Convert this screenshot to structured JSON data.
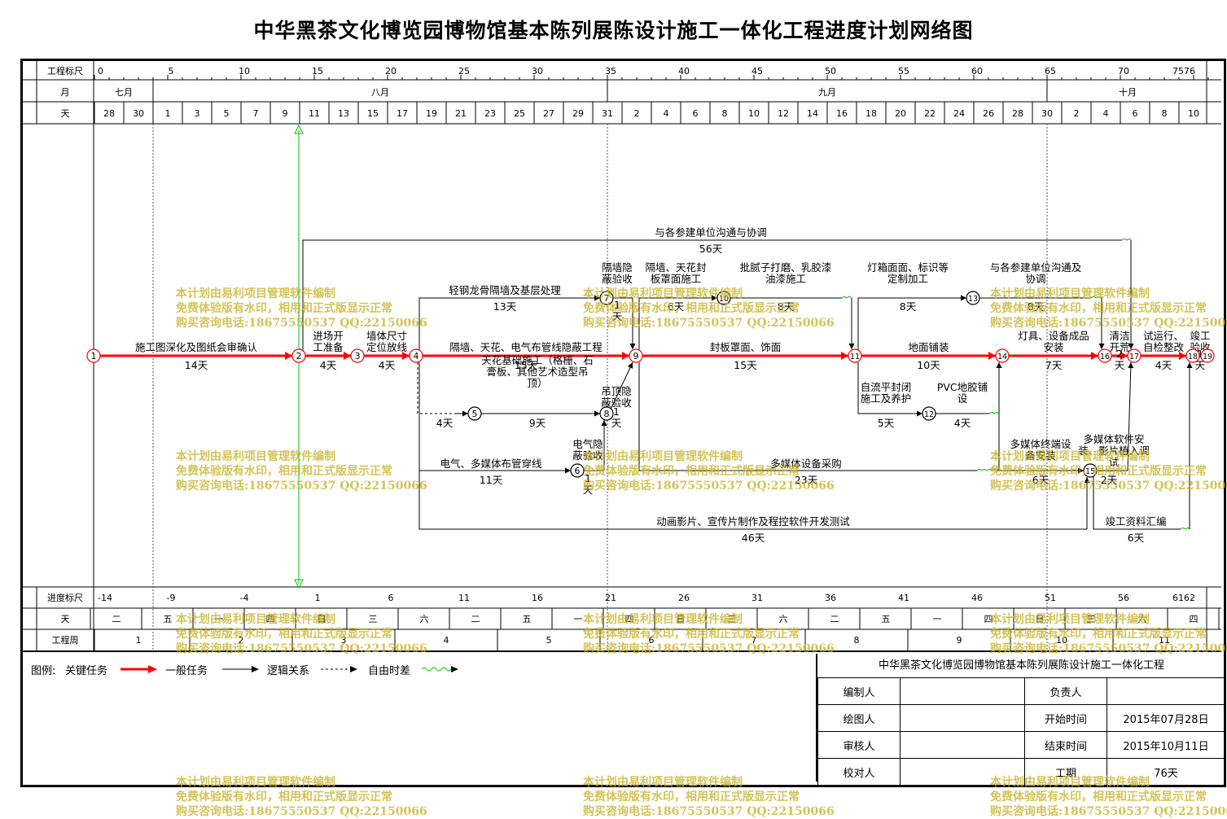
{
  "title": "中华黑茶文化博览园博物馆基本陈列展陈设计施工一体化工程进度计划网络图",
  "rows": {
    "scale": "工程标尺",
    "month": "月",
    "day": "天",
    "progress": "进度标尺",
    "weekday": "天",
    "week": "工程周"
  },
  "scale_ticks": [
    "0",
    "5",
    "10",
    "15",
    "20",
    "25",
    "30",
    "35",
    "40",
    "45",
    "50",
    "55",
    "60",
    "65",
    "70",
    "7576"
  ],
  "months": [
    "七月",
    "八月",
    "九月",
    "十月"
  ],
  "days": [
    "28",
    "30",
    "1",
    "3",
    "5",
    "7",
    "9",
    "11",
    "13",
    "15",
    "17",
    "19",
    "21",
    "23",
    "25",
    "27",
    "29",
    "31",
    "2",
    "4",
    "6",
    "8",
    "10",
    "12",
    "14",
    "16",
    "18",
    "20",
    "22",
    "24",
    "26",
    "28",
    "30",
    "2",
    "4",
    "6",
    "8",
    "10"
  ],
  "progress_ticks": [
    "-14",
    "-9",
    "-4",
    "1",
    "6",
    "11",
    "16",
    "21",
    "26",
    "31",
    "36",
    "41",
    "46",
    "51",
    "56",
    "6162"
  ],
  "weekdays": [
    "二",
    "五",
    "一",
    "四",
    "日",
    "三",
    "六",
    "二",
    "五",
    "一",
    "四",
    "日",
    "三",
    "六",
    "二",
    "五",
    "一",
    "四",
    "日",
    "三",
    "六",
    "四",
    "日"
  ],
  "weeks": [
    "1",
    "2",
    "3",
    "4",
    "5",
    "6",
    "7",
    "8",
    "9",
    "10",
    "11"
  ],
  "colors": {
    "critical": "#ff0000",
    "normal": "#000000",
    "float": "#00c000",
    "watermark": "#c8b228"
  },
  "tasks": [
    {
      "label": "施工图深化及图纸会审确认",
      "dur": "14天"
    },
    {
      "label": "进场开\n工准备",
      "dur": "4天"
    },
    {
      "label": "墙体尺寸\n定位放线",
      "dur": "4天"
    },
    {
      "label": "隔墙、天花、电气布管线隐蔽工程",
      "dur": "15天"
    },
    {
      "label": "封板罩面、饰面",
      "dur": "15天"
    },
    {
      "label": "地面铺装",
      "dur": "10天"
    },
    {
      "label": "灯具、设备成品\n安装",
      "dur": "7天"
    },
    {
      "label": "清洁\n开荒",
      "dur": "2\n天"
    },
    {
      "label": "试运行、\n自检整改",
      "dur": "4天"
    },
    {
      "label": "竣工\n验收",
      "dur": "1\n天"
    },
    {
      "label": "与各参建单位沟通与协调",
      "dur": "56天"
    },
    {
      "label": "轻钢龙骨隔墙及基层处理",
      "dur": "13天"
    },
    {
      "label": "隔墙隐\n蔽验收",
      "dur": "1\n天"
    },
    {
      "label": "隔墙、天花封\n板罩面施工",
      "dur": "6天"
    },
    {
      "label": "批腻子打磨、乳胶漆\n油漆施工",
      "dur": "8天"
    },
    {
      "label": "灯箱面面、标识等\n定制加工",
      "dur": "8天"
    },
    {
      "label": "与各参建单位沟通及\n协调",
      "dur": "8天"
    },
    {
      "label": "天花基础施工（格栅、石\n膏板、其他艺术造型吊\n顶）",
      "dur": "9天"
    },
    {
      "label": "",
      "dur": "4天"
    },
    {
      "label": "吊顶隐\n蔽验收",
      "dur": "1\n天"
    },
    {
      "label": "自流平封闭\n施工及养护",
      "dur": "5天"
    },
    {
      "label": "PVC地胶铺\n设",
      "dur": "4天"
    },
    {
      "label": "电气、多媒体布管穿线",
      "dur": "11天"
    },
    {
      "label": "电气隐\n蔽验收",
      "dur": "1\n天"
    },
    {
      "label": "多媒体设备采购",
      "dur": "23天"
    },
    {
      "label": "多媒体终端设\n备安装",
      "dur": "6天"
    },
    {
      "label": "多媒体软件安\n装、影片植入调\n试",
      "dur": "2天"
    },
    {
      "label": "动画影片、宣传片制作及程控软件开发测试",
      "dur": "46天"
    },
    {
      "label": "竣工资料汇编",
      "dur": "6天"
    }
  ],
  "nodes": [
    "1",
    "2",
    "3",
    "4",
    "5",
    "6",
    "7",
    "8",
    "9",
    "10",
    "11",
    "12",
    "13",
    "14",
    "15",
    "16",
    "17",
    "18",
    "19"
  ],
  "legend": {
    "title": "图例:",
    "critical": "关键任务",
    "normal": "一般任务",
    "logic": "逻辑关系",
    "free": "自由时差"
  },
  "info": {
    "title": "中华黑茶文化博览园博物馆基本陈列展陈设计施工一体化工程",
    "compiler_label": "编制人",
    "compiler": "",
    "owner_label": "负责人",
    "owner": "",
    "drawer_label": "绘图人",
    "drawer": "",
    "start_label": "开始时间",
    "start": "2015年07月28日",
    "reviewer_label": "审核人",
    "reviewer": "",
    "end_label": "结束时间",
    "end": "2015年10月11日",
    "checker_label": "校对人",
    "checker": "",
    "period_label": "工期",
    "period": "76天"
  },
  "watermark": [
    "本计划由易利项目管理软件编制",
    "免费体验版有水印，相用和正式版显示正常",
    "购买咨询电话:18675550537 QQ:22150066"
  ]
}
